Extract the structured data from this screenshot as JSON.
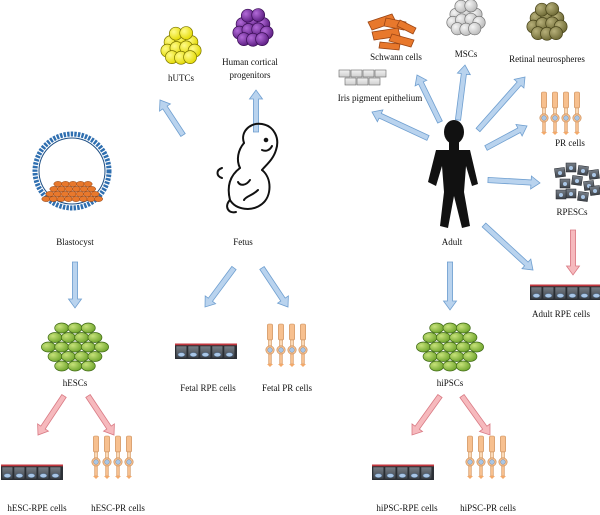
{
  "labels": {
    "hutcs": "hUTCs",
    "cortical_line1": "Human cortical",
    "cortical_line2": "progenitors",
    "schwann": "Schwann cells",
    "mscs": "MSCs",
    "retinal_neurospheres": "Retinal neurospheres",
    "iris": "Iris pigment epithelium",
    "pr_cells": "PR cells",
    "rpescs": "RPESCs",
    "blastocyst": "Blastocyst",
    "fetus": "Fetus",
    "adult": "Adult",
    "adult_rpe": "Adult RPE cells",
    "hescs": "hESCs",
    "fetal_rpe": "Fetal RPE cells",
    "fetal_pr": "Fetal PR cells",
    "hipscs": "hiPSCs",
    "hesc_rpe": "hESC-RPE cells",
    "hesc_pr": "hESC-PR cells",
    "hipsc_rpe": "hiPSC-RPE cells",
    "hipsc_pr": "hiPSC-PR cells"
  },
  "colors": {
    "arrow_blue": "#b9d3ee",
    "arrow_blue_stroke": "#6f9fd0",
    "arrow_pink": "#f6b9bd",
    "arrow_pink_stroke": "#d97a84",
    "stem_green": "#8fbf3f",
    "hutc_yellow": "#f2ee1e",
    "cortical_purple": "#7a2fa3",
    "schwann_orange": "#e8782c",
    "msc_gray": "#d6d6d6",
    "neurosphere_olive": "#8f8a4a",
    "rpe_dark": "#555b63",
    "rpe_nucleus": "#a9c6e6",
    "pr_peach": "#f7c08f",
    "blastocyst_blue": "#2f6fb0"
  }
}
